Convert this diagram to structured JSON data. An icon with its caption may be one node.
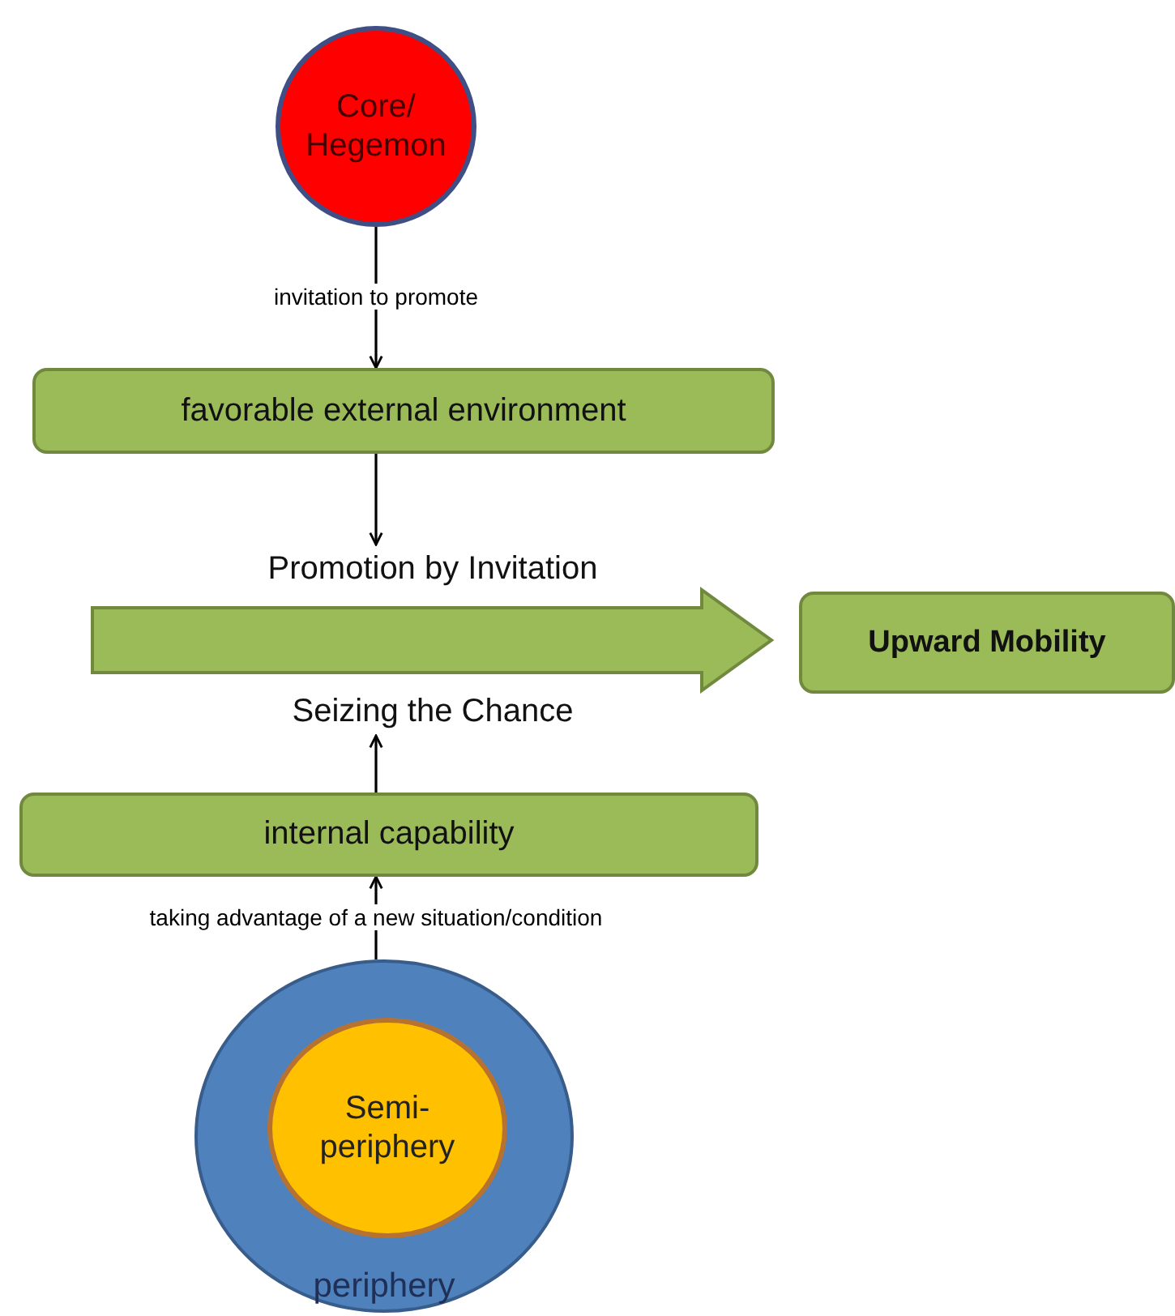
{
  "diagram": {
    "nodes": [
      {
        "text": [
          "Core/ Hegemon"
        ]
      },
      {
        "text": [
          "favorable external environment"
        ]
      },
      {
        "text": [
          "Promotion by Invitation",
          "Seizing the Chance"
        ]
      },
      {
        "text": [
          "Upward Mobility"
        ]
      },
      {
        "text": [
          "internal capability"
        ]
      },
      {
        "text": [
          "periphery"
        ]
      },
      {
        "text": [
          "Semi- periphery"
        ],
        "in": 5
      }
    ],
    "edges": [
      {
        "from": 0,
        "to": 1,
        "arrow": "to",
        "label": "invitation to promote"
      },
      {
        "from": 1,
        "to": 2,
        "arrow": "to"
      },
      {
        "from": 4,
        "to": 2,
        "arrow": "to"
      },
      {
        "from": 5,
        "to": 4,
        "arrow": "to",
        "label": "taking advantage of a new situation/condition"
      }
    ]
  }
}
